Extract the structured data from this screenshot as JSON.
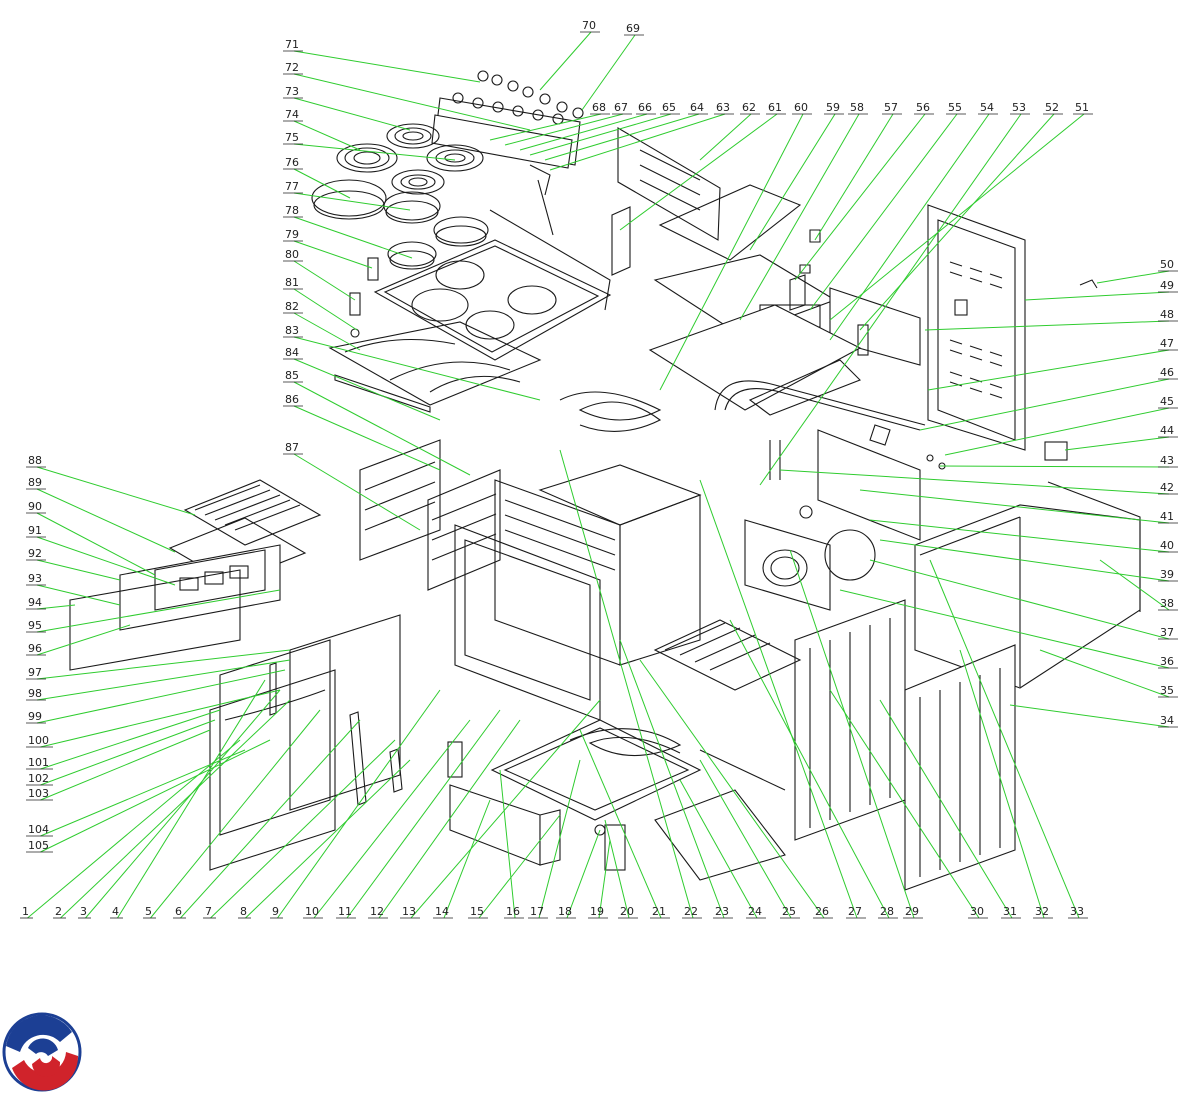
{
  "diagram": {
    "callouts": [
      {
        "n": "1"
      },
      {
        "n": "2"
      },
      {
        "n": "3"
      },
      {
        "n": "4"
      },
      {
        "n": "5"
      },
      {
        "n": "6"
      },
      {
        "n": "7"
      },
      {
        "n": "8"
      },
      {
        "n": "9"
      },
      {
        "n": "10"
      },
      {
        "n": "11"
      },
      {
        "n": "12"
      },
      {
        "n": "13"
      },
      {
        "n": "14"
      },
      {
        "n": "15"
      },
      {
        "n": "16"
      },
      {
        "n": "17"
      },
      {
        "n": "18"
      },
      {
        "n": "19"
      },
      {
        "n": "20"
      },
      {
        "n": "21"
      },
      {
        "n": "22"
      },
      {
        "n": "23"
      },
      {
        "n": "24"
      },
      {
        "n": "25"
      },
      {
        "n": "26"
      },
      {
        "n": "27"
      },
      {
        "n": "28"
      },
      {
        "n": "29"
      },
      {
        "n": "30"
      },
      {
        "n": "31"
      },
      {
        "n": "32"
      },
      {
        "n": "33"
      },
      {
        "n": "34"
      },
      {
        "n": "35"
      },
      {
        "n": "36"
      },
      {
        "n": "37"
      },
      {
        "n": "38"
      },
      {
        "n": "39"
      },
      {
        "n": "40"
      },
      {
        "n": "41"
      },
      {
        "n": "42"
      },
      {
        "n": "43"
      },
      {
        "n": "44"
      },
      {
        "n": "45"
      },
      {
        "n": "46"
      },
      {
        "n": "47"
      },
      {
        "n": "48"
      },
      {
        "n": "49"
      },
      {
        "n": "50"
      },
      {
        "n": "51"
      },
      {
        "n": "52"
      },
      {
        "n": "53"
      },
      {
        "n": "54"
      },
      {
        "n": "55"
      },
      {
        "n": "56"
      },
      {
        "n": "57"
      },
      {
        "n": "58"
      },
      {
        "n": "59"
      },
      {
        "n": "60"
      },
      {
        "n": "61"
      },
      {
        "n": "62"
      },
      {
        "n": "63"
      },
      {
        "n": "64"
      },
      {
        "n": "65"
      },
      {
        "n": "66"
      },
      {
        "n": "67"
      },
      {
        "n": "68"
      },
      {
        "n": "69"
      },
      {
        "n": "70"
      },
      {
        "n": "71"
      },
      {
        "n": "72"
      },
      {
        "n": "73"
      },
      {
        "n": "74"
      },
      {
        "n": "75"
      },
      {
        "n": "76"
      },
      {
        "n": "77"
      },
      {
        "n": "78"
      },
      {
        "n": "79"
      },
      {
        "n": "80"
      },
      {
        "n": "81"
      },
      {
        "n": "82"
      },
      {
        "n": "83"
      },
      {
        "n": "84"
      },
      {
        "n": "85"
      },
      {
        "n": "86"
      },
      {
        "n": "87"
      },
      {
        "n": "88"
      },
      {
        "n": "89"
      },
      {
        "n": "90"
      },
      {
        "n": "91"
      },
      {
        "n": "92"
      },
      {
        "n": "93"
      },
      {
        "n": "94"
      },
      {
        "n": "95"
      },
      {
        "n": "96"
      },
      {
        "n": "97"
      },
      {
        "n": "98"
      },
      {
        "n": "99"
      },
      {
        "n": "100"
      },
      {
        "n": "101"
      },
      {
        "n": "102"
      },
      {
        "n": "103"
      },
      {
        "n": "104"
      },
      {
        "n": "105"
      }
    ],
    "colors": {
      "leader": "#2fcc2f",
      "line": "#1a1a1a",
      "logo_red": "#d0232b",
      "logo_blue": "#1c3f94"
    }
  },
  "logo": {
    "icon": "brand-swirl-logo"
  }
}
